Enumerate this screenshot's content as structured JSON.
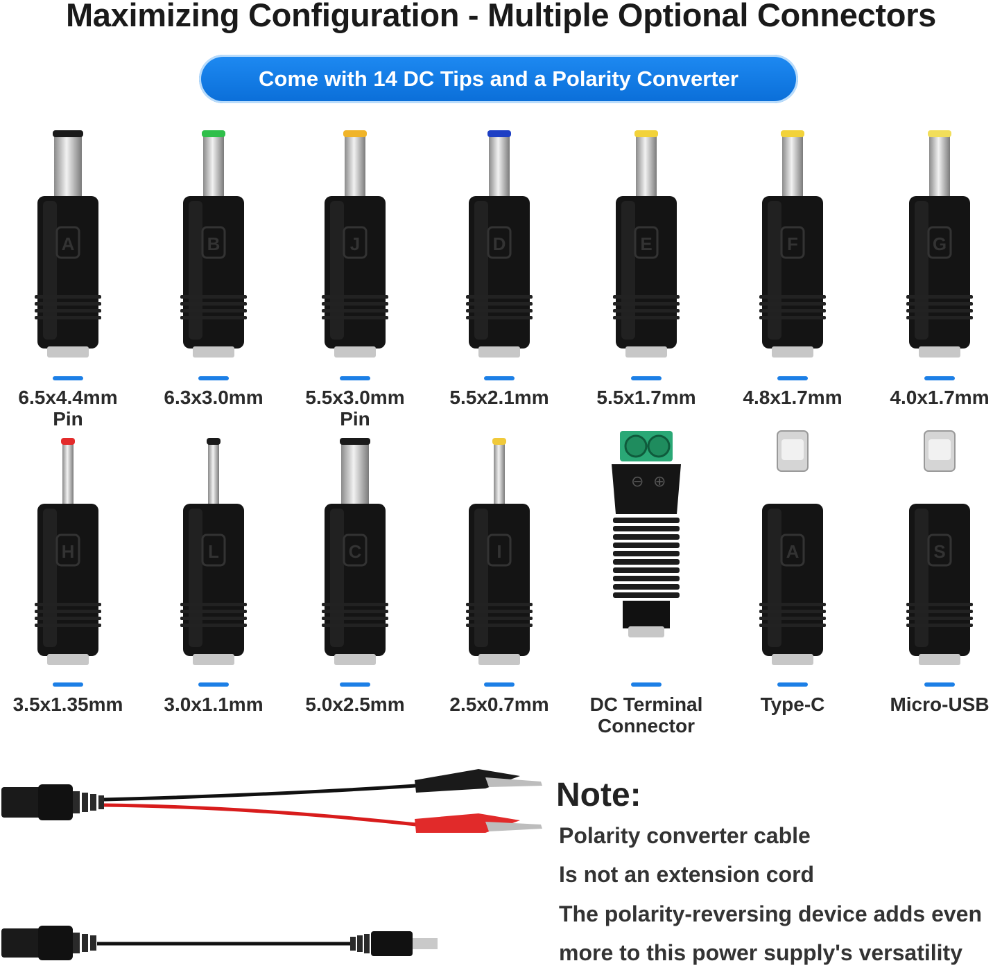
{
  "title": "Maximizing Configuration - Multiple Optional Connectors",
  "banner": "Come with 14 DC Tips and a Polarity Converter",
  "row1": [
    {
      "line1": "6.5x4.4mm",
      "line2": "Pin",
      "letter": "A",
      "cap": "#1a1a1a"
    },
    {
      "line1": "6.3x3.0mm",
      "line2": "",
      "letter": "B",
      "cap": "#2fbf4a"
    },
    {
      "line1": "5.5x3.0mm",
      "line2": "Pin",
      "letter": "J",
      "cap": "#f0b429"
    },
    {
      "line1": "5.5x2.1mm",
      "line2": "",
      "letter": "D",
      "cap": "#1d3fc4"
    },
    {
      "line1": "5.5x1.7mm",
      "line2": "",
      "letter": "E",
      "cap": "#f2d23a"
    },
    {
      "line1": "4.8x1.7mm",
      "line2": "",
      "letter": "F",
      "cap": "#f2d23a"
    },
    {
      "line1": "4.0x1.7mm",
      "line2": "",
      "letter": "G",
      "cap": "#f2de5a"
    }
  ],
  "row2": [
    {
      "line1": "3.5x1.35mm",
      "line2": "",
      "letter": "H",
      "cap": "#e32b2b"
    },
    {
      "line1": "3.0x1.1mm",
      "line2": "",
      "letter": "L",
      "cap": "#1a1a1a"
    },
    {
      "line1": "5.0x2.5mm",
      "line2": "",
      "letter": "C",
      "cap": "#1a1a1a"
    },
    {
      "line1": "2.5x0.7mm",
      "line2": "",
      "letter": "I",
      "cap": "#f0c93a"
    },
    {
      "line1": "DC Terminal",
      "line2": "Connector",
      "letter": "",
      "cap": "#2aa876"
    },
    {
      "line1": "Type-C",
      "line2": "",
      "letter": "A",
      "cap": "#cccccc"
    },
    {
      "line1": "Micro-USB",
      "line2": "",
      "letter": "S",
      "cap": "#cccccc"
    }
  ],
  "note": {
    "heading": "Note:",
    "lines": [
      "Polarity converter cable",
      "Is not an extension cord",
      "The polarity-reversing device adds even",
      "more to this power supply's versatility"
    ]
  },
  "colors": {
    "accent": "#1c7fe6",
    "banner": "#0a6ed8"
  }
}
